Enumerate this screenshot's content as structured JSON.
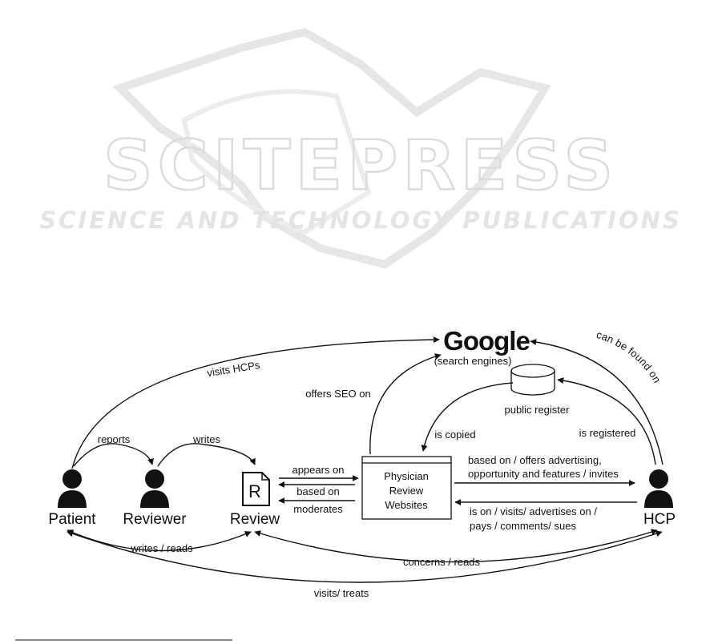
{
  "watermark": {
    "title": "SCITEPRESS",
    "subtitle": "SCIENCE AND TECHNOLOGY PUBLICATIONS"
  },
  "nodes": {
    "patient": "Patient",
    "reviewer": "Reviewer",
    "review": "Review",
    "review_doc_letter": "R",
    "hcp": "HCP",
    "google": "Google",
    "google_sub": "(search engines)",
    "public_register": "public register",
    "prw_line1": "Physician",
    "prw_line2": "Review",
    "prw_line3": "Websites"
  },
  "edges": {
    "visits_hcps": "visits HCPs",
    "reports": "reports",
    "writes": "writes",
    "offers_seo": "offers SEO on",
    "can_be_found": "can be found on",
    "is_copied": "is copied",
    "is_registered": "is registered",
    "appears_on": "appears on",
    "based_on": "based on",
    "moderates": "moderates",
    "prw_to_hcp_1": "based on / offers  advertising,",
    "prw_to_hcp_2": "opportunity and features / invites",
    "hcp_to_prw_1": "is on / visits/ advertises on /",
    "hcp_to_prw_2": "pays / comments/ sues",
    "writes_reads": "writes / reads",
    "concerns_reads": "concerns / reads",
    "visits_treats": "visits/ treats"
  }
}
